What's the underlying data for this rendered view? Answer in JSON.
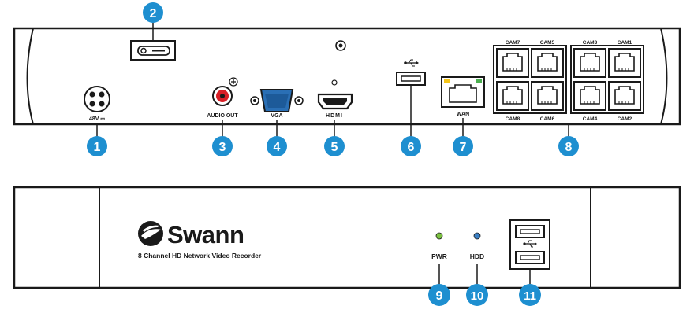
{
  "rear_panel": {
    "power_label": "48V ⎓",
    "audio_label": "AUDIO OUT",
    "vga_label": "VGA",
    "hdmi_label": "HDMI",
    "wan_label": "WAN",
    "cam_labels": [
      "CAM7",
      "CAM5",
      "CAM3",
      "CAM1",
      "CAM8",
      "CAM6",
      "CAM4",
      "CAM2"
    ]
  },
  "front_panel": {
    "brand": "Swann",
    "subtitle": "8 Channel HD Network Video Recorder",
    "pwr_label": "PWR",
    "hdd_label": "HDD",
    "pwr_led_color": "#7cc242",
    "hdd_led_color": "#3a7fc4"
  },
  "callouts": [
    "1",
    "2",
    "3",
    "4",
    "5",
    "6",
    "7",
    "8",
    "9",
    "10",
    "11"
  ],
  "colors": {
    "callout": "#1e8fd0",
    "line": "#1a1a1a",
    "audio_jack": "#d81f26"
  }
}
